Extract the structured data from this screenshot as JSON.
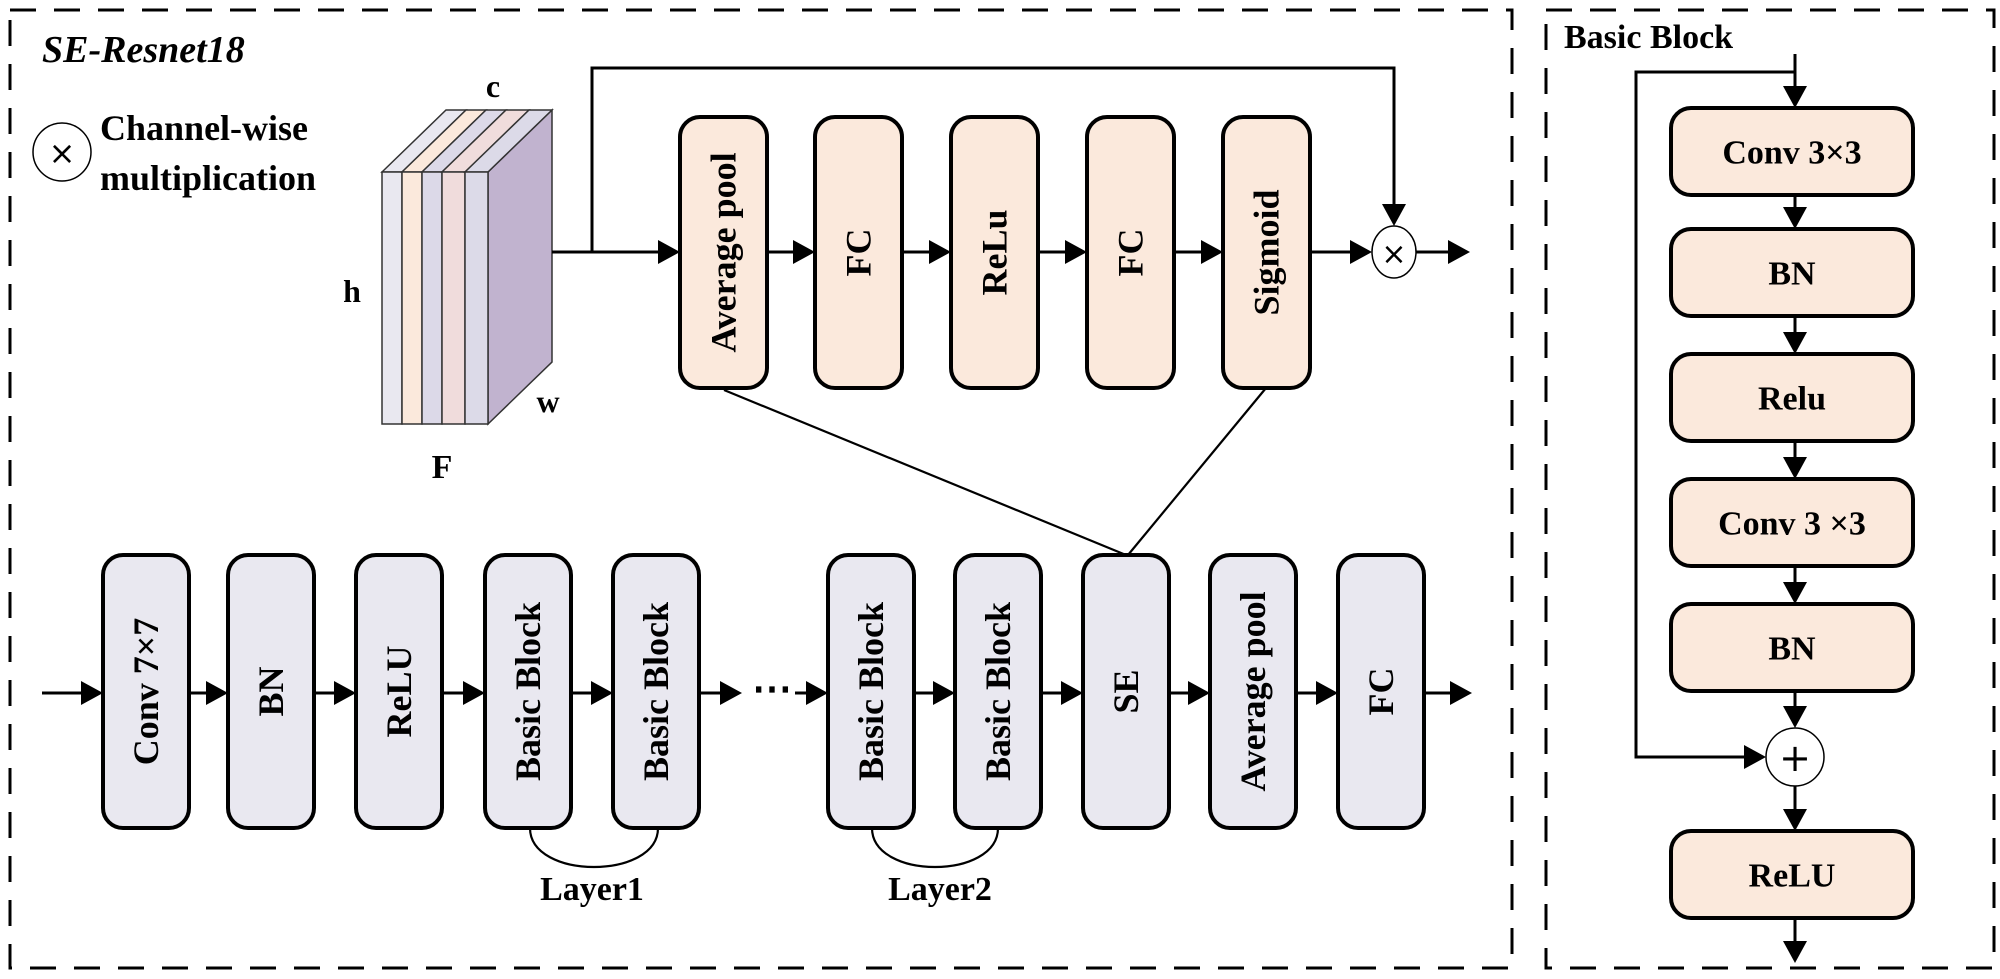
{
  "left_panel": {
    "title": "SE-Resnet18",
    "legend": {
      "symbol": "×",
      "line1": "Channel-wise",
      "line2": "multiplication"
    },
    "tensor": {
      "label_c": "c",
      "label_h": "h",
      "label_w": "w",
      "label_f": "F",
      "slice_colors": [
        "#e9e8f0",
        "#fbe9dc",
        "#dcd9e8",
        "#f0dcdc",
        "#dcdae8"
      ],
      "side_color": "#c1b3cf"
    },
    "se_module": {
      "blocks": [
        "Average pool",
        "FC",
        "ReLu",
        "FC",
        "Sigmoid"
      ],
      "output_op": "×"
    },
    "backbone": {
      "blocks": [
        "Conv 7×7",
        "BN",
        "ReLU",
        "Basic Block",
        "Basic Block",
        "Basic Block",
        "Basic Block",
        "SE",
        "Average pool",
        "FC"
      ],
      "ellipsis": "⋯",
      "groups": [
        "Layer1",
        "Layer2"
      ]
    }
  },
  "right_panel": {
    "title": "Basic Block",
    "blocks": [
      "Conv 3×3",
      "BN",
      "Relu",
      "Conv 3 ×3",
      "BN",
      "ReLU"
    ],
    "add_op": "+"
  },
  "colors": {
    "se_fill": "#fbe9dc",
    "main_fill": "#e9e8f0",
    "stroke": "#000000"
  }
}
